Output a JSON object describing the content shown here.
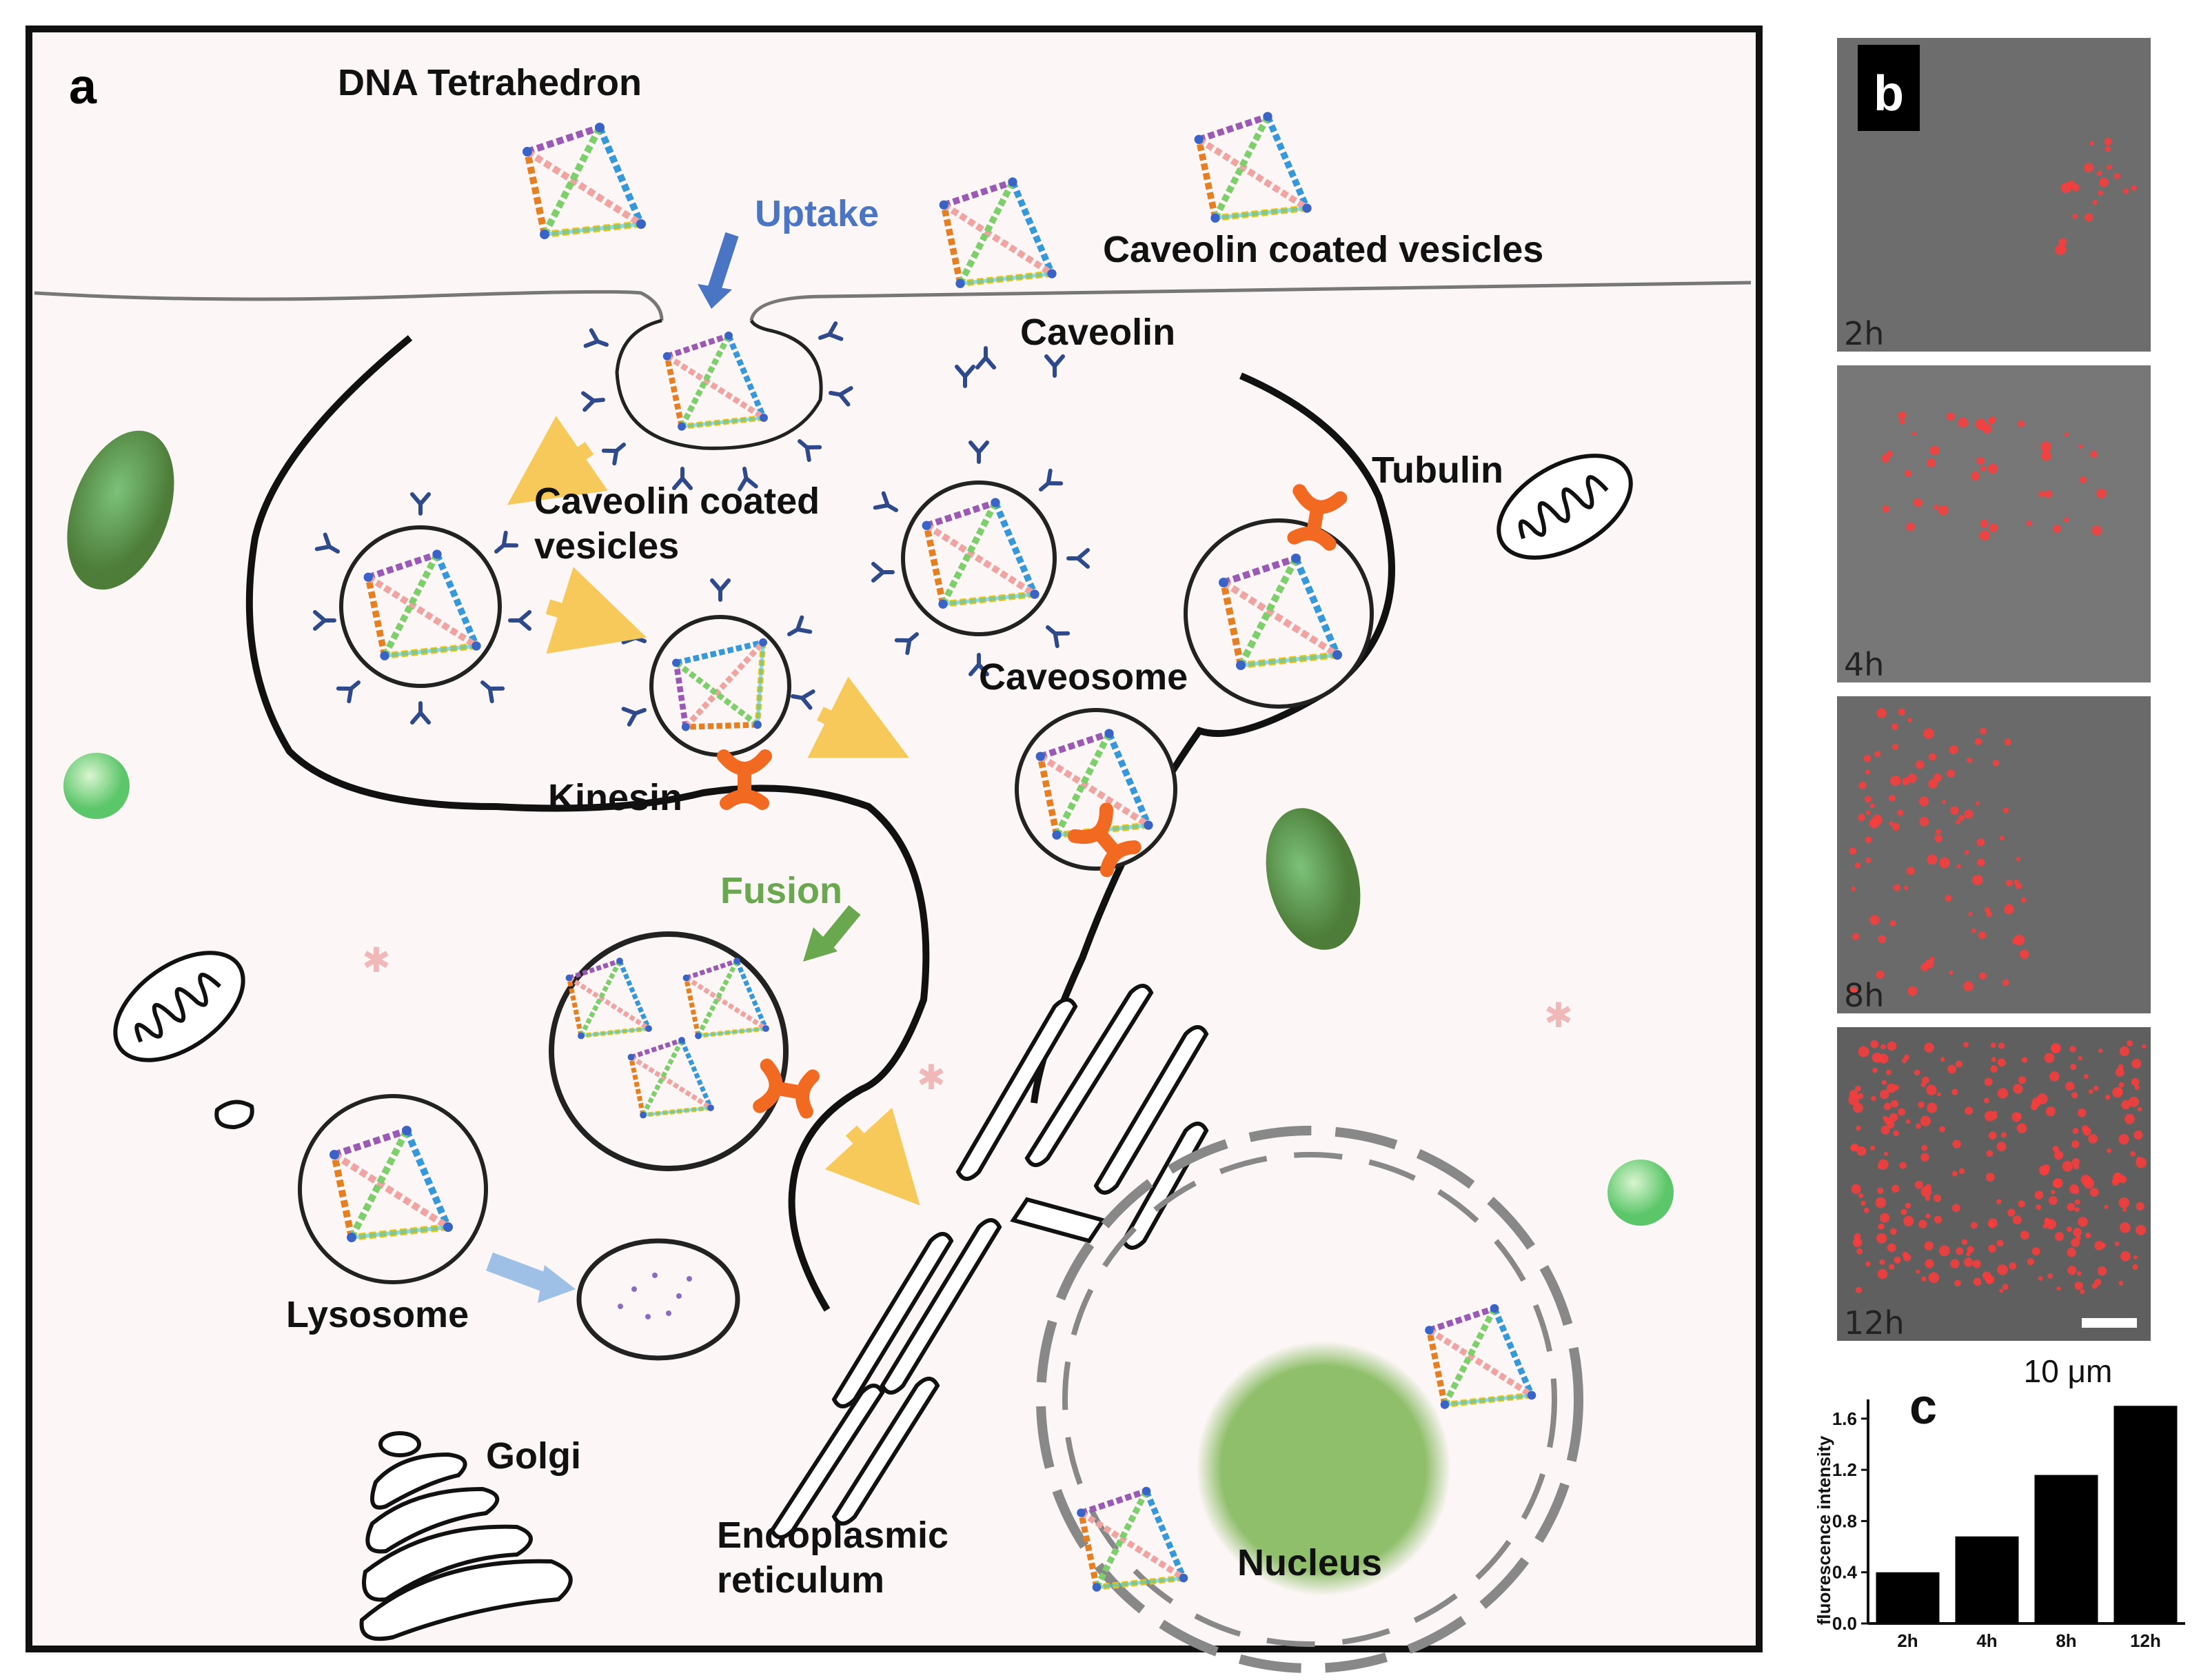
{
  "panel_a": {
    "letter": "a",
    "labels": {
      "dna_tetrahedron": "DNA Tetrahedron",
      "uptake": "Uptake",
      "caveolin_coated_vesicles_top": "Caveolin coated vesicles",
      "caveolin": "Caveolin",
      "caveolin_coated_vesicles_line1": "Caveolin coated",
      "caveolin_coated_vesicles_line2": "vesicles",
      "tubulin": "Tubulin",
      "caveosome": "Caveosome",
      "kinesin": "Kinesin",
      "fusion": "Fusion",
      "lysosome": "Lysosome",
      "golgi": "Golgi",
      "er_line1": "Endoplasmic",
      "er_line2": "reticulum",
      "nucleus": "Nucleus"
    },
    "colors": {
      "uptake": "#4a74c4",
      "fusion": "#6aa84f",
      "yellow_arrow": "#f7c85a",
      "blue_arrow": "#9fc0e6",
      "motor": "#f26a21",
      "caveolin": "#2e4a8c",
      "nucleolus": "#8fbf6a",
      "background": "#fdf6f6"
    },
    "icons": [
      "dna-tetrahedron-icon",
      "mitochondria-icon",
      "motor-protein-icon",
      "caveolin-icon"
    ]
  },
  "panel_b": {
    "letter": "b",
    "times": [
      "2h",
      "4h",
      "8h",
      "12h"
    ],
    "scale_bar_label": "10 μm"
  },
  "chart_data": {
    "type": "bar",
    "panel_letter": "c",
    "categories": [
      "2h",
      "4h",
      "8h",
      "12h"
    ],
    "values": [
      0.4,
      0.68,
      1.16,
      1.7
    ],
    "ylabel": "fluorescence intensity",
    "xlabel": "",
    "ylim": [
      0.0,
      1.75
    ],
    "yticks": [
      "0.0",
      "0.4",
      "0.8",
      "1.2",
      "1.6"
    ],
    "bar_color": "#000000"
  }
}
